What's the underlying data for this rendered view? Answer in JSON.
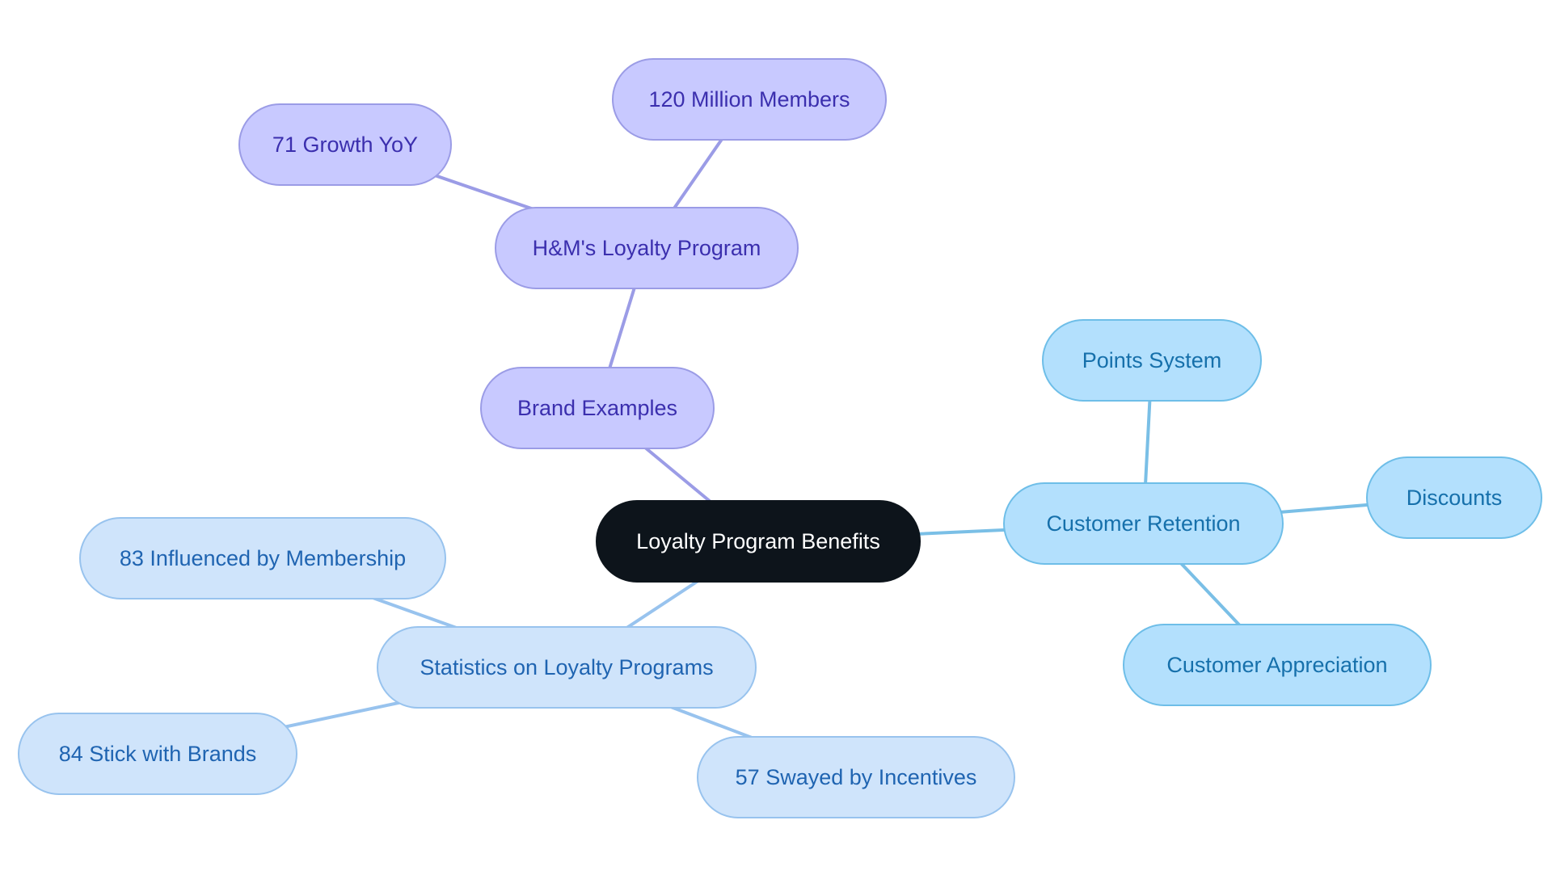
{
  "title": "",
  "colors": {
    "background": "#ffffff",
    "center_fill": "#0d141b",
    "center_stroke": "#0d141b",
    "center_text": "#ffffff",
    "brand_fill": "#c8c9ff",
    "brand_stroke": "#9b9ce6",
    "brand_text": "#3b2fae",
    "brand_edge": "#9b9ce6",
    "retention_fill": "#b3e0fd",
    "retention_stroke": "#6ebee8",
    "retention_text": "#1670ab",
    "retention_edge": "#7abfe6",
    "stats_fill": "#cfe4fb",
    "stats_stroke": "#98c3ee",
    "stats_text": "#1f64b1",
    "stats_edge": "#98c3ee"
  },
  "center": {
    "id": "center",
    "label": "Loyalty Program Benefits"
  },
  "branches": [
    {
      "id": "brand-examples",
      "label": "Brand Examples",
      "theme": "brand",
      "children": [
        {
          "id": "hm-loyalty-program",
          "label": "H&M's Loyalty Program",
          "theme": "brand",
          "children": [
            {
              "id": "growth-yoy",
              "label": "71 Growth YoY",
              "theme": "brand"
            },
            {
              "id": "million-members",
              "label": "120 Million Members",
              "theme": "brand"
            }
          ]
        }
      ]
    },
    {
      "id": "customer-retention",
      "label": "Customer Retention",
      "theme": "retention",
      "children": [
        {
          "id": "points-system",
          "label": "Points System",
          "theme": "retention"
        },
        {
          "id": "discounts",
          "label": "Discounts",
          "theme": "retention"
        },
        {
          "id": "customer-appreciation",
          "label": "Customer Appreciation",
          "theme": "retention"
        }
      ]
    },
    {
      "id": "statistics",
      "label": "Statistics on Loyalty Programs",
      "theme": "stats",
      "children": [
        {
          "id": "influenced-by-membership",
          "label": "83 Influenced by Membership",
          "theme": "stats"
        },
        {
          "id": "stick-with-brands",
          "label": "84 Stick with Brands",
          "theme": "stats"
        },
        {
          "id": "swayed-by-incentives",
          "label": "57 Swayed by Incentives",
          "theme": "stats"
        }
      ]
    }
  ]
}
